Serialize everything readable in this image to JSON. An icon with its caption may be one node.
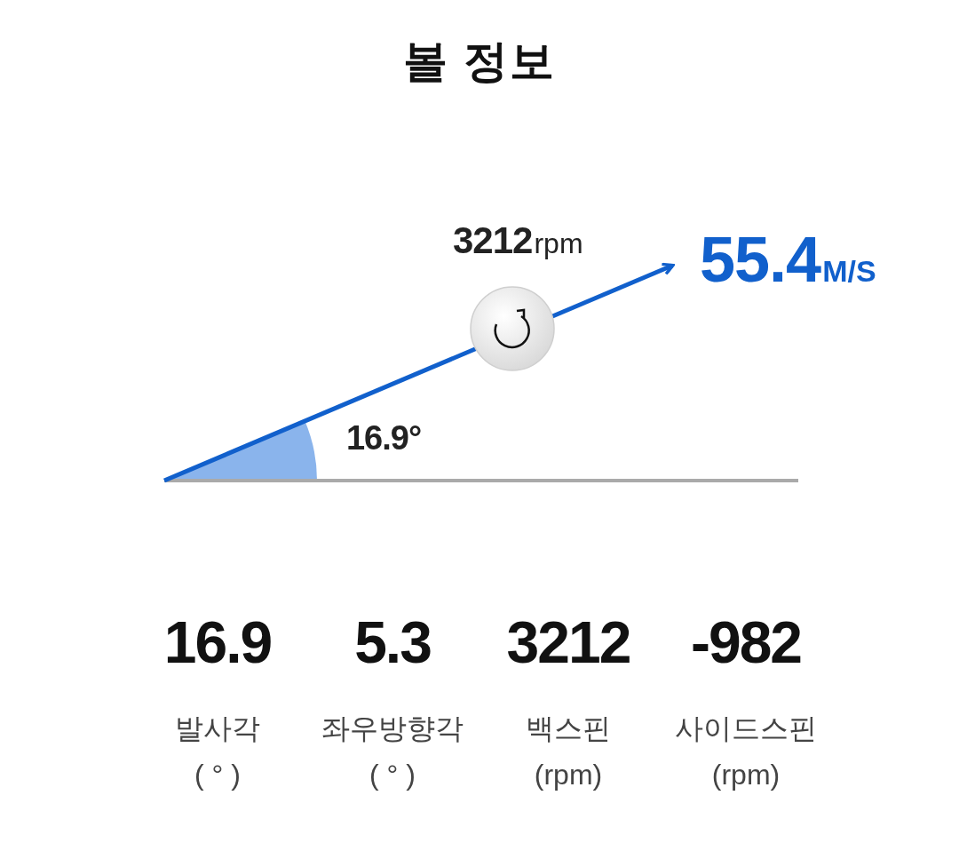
{
  "diagram": {
    "title": "볼 정보",
    "labels": [
      "3212",
      "rpm",
      "55.4",
      "M/S",
      "16.9°",
      "16.9",
      "5.3",
      "3212",
      "-982",
      "발사각",
      "좌우방향각",
      "백스핀",
      "사이드스핀",
      "( ° )",
      "( ° )",
      "(rpm)",
      "(rpm)"
    ]
  }
}
